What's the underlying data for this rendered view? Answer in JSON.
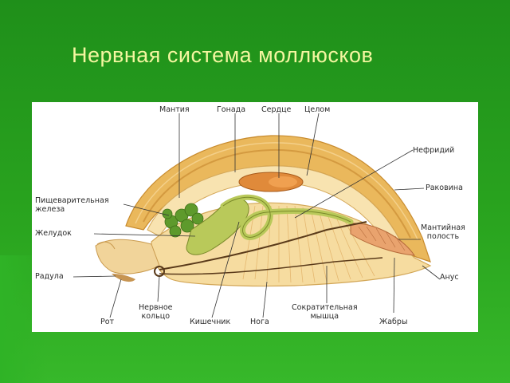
{
  "slide": {
    "title": "Нервная система моллюсков"
  },
  "diagram": {
    "labels": {
      "mantle": "Мантия",
      "gonad": "Гонада",
      "heart": "Сердце",
      "coelom": "Целом",
      "nephridium": "Нефридий",
      "shell": "Раковина",
      "mantle_cavity_1": "Мантийная",
      "mantle_cavity_2": "полость",
      "anus": "Анус",
      "digestive_gland_1": "Пищеварительная",
      "digestive_gland_2": "железа",
      "stomach": "Желудок",
      "radula": "Радула",
      "mouth": "Рот",
      "nerve_ring_1": "Нервное",
      "nerve_ring_2": "кольцо",
      "intestine": "Кишечник",
      "foot": "Нога",
      "muscle_1": "Сократительная",
      "muscle_2": "мышца",
      "gills": "Жабры"
    },
    "colors": {
      "shell": "#e8b45a",
      "body": "#f6dca0",
      "gonad": "#e08a3a",
      "gland": "#5e9a2c",
      "gut": "#b9c95a",
      "nerve": "#5a3a1a"
    }
  }
}
